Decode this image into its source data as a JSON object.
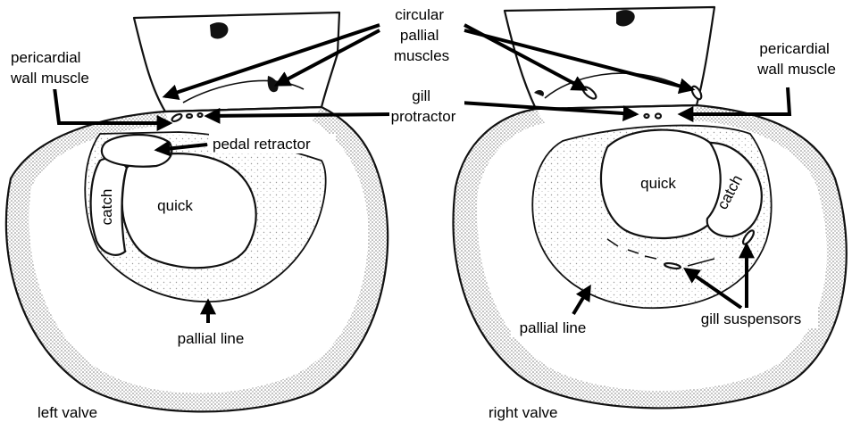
{
  "labels": {
    "circular_pallial_muscles": [
      "circular",
      "pallial",
      "muscles"
    ],
    "pericardial_left": [
      "pericardial",
      "wall muscle"
    ],
    "pericardial_right": [
      "pericardial",
      "wall muscle"
    ],
    "gill_protractor": [
      "gill",
      "protractor"
    ],
    "pedal_retractor": "pedal retractor",
    "quick_left": "quick",
    "catch_left": "catch",
    "quick_right": "quick",
    "catch_right": "catch",
    "pallial_line_left": "pallial line",
    "pallial_line_right": "pallial line",
    "gill_suspensors": "gill suspensors",
    "left_valve": "left valve",
    "right_valve": "right valve"
  }
}
